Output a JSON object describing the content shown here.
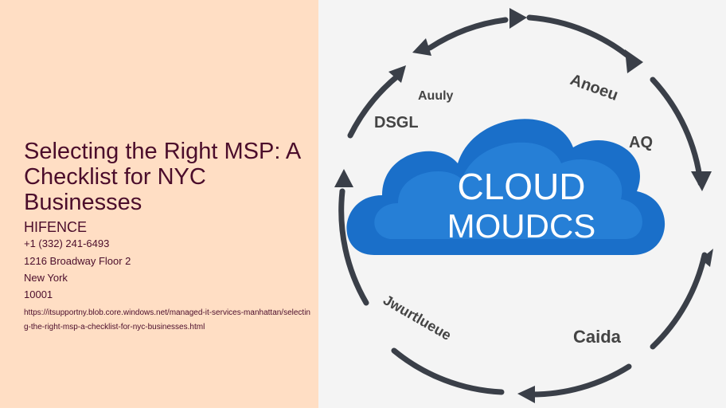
{
  "title": "Selecting the Right MSP: A Checklist for NYC Businesses",
  "company": "HIFENCE",
  "phone": "+1 (332) 241-6493",
  "address": "1216 Broadway Floor 2",
  "city": "New York",
  "zip": "10001",
  "url": "https://itsupportny.blob.core.windows.net/managed-it-services-manhattan/selecting-the-right-msp-a-checklist-for-nyc-businesses.html",
  "image": {
    "cloud_line1": "CLOUD",
    "cloud_line2": "MOUDCS",
    "label_top_left": "DSGL",
    "label_top": "Auuly",
    "label_top_right": "Anoeu",
    "label_right": "AQ",
    "label_bottom_left": "Jwurtlueue",
    "label_bottom_right": "Caida"
  },
  "colors": {
    "background": "#ffdec4",
    "text": "#4b0d2b",
    "cloud": "#1a6fc9"
  }
}
